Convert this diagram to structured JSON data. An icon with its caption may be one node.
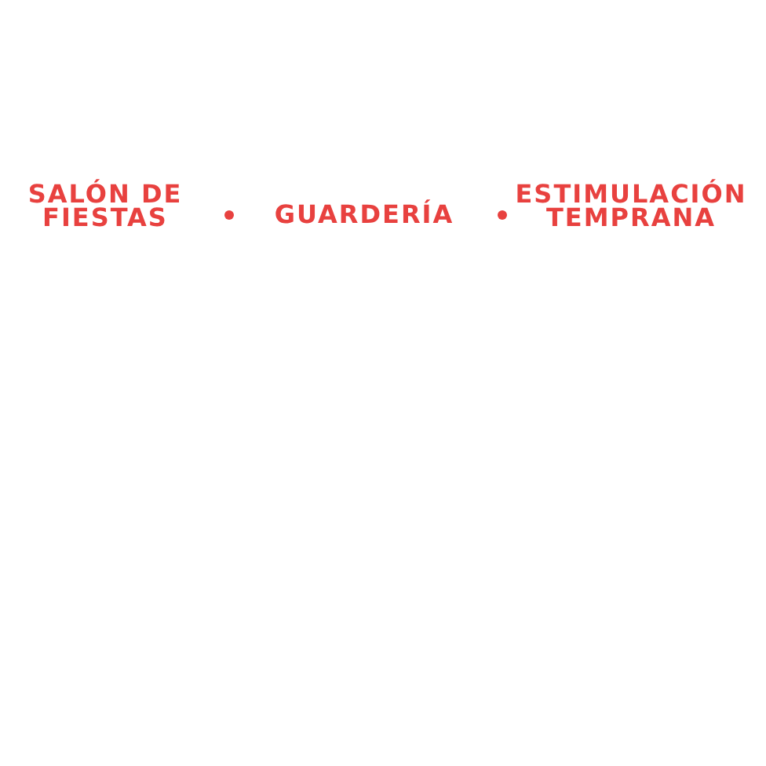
{
  "diagram": {
    "labels": [
      "SALÓN DE FIESTAS",
      "GUARDERÍA",
      "ESTIMULACIÓN TEMPRANA"
    ]
  }
}
